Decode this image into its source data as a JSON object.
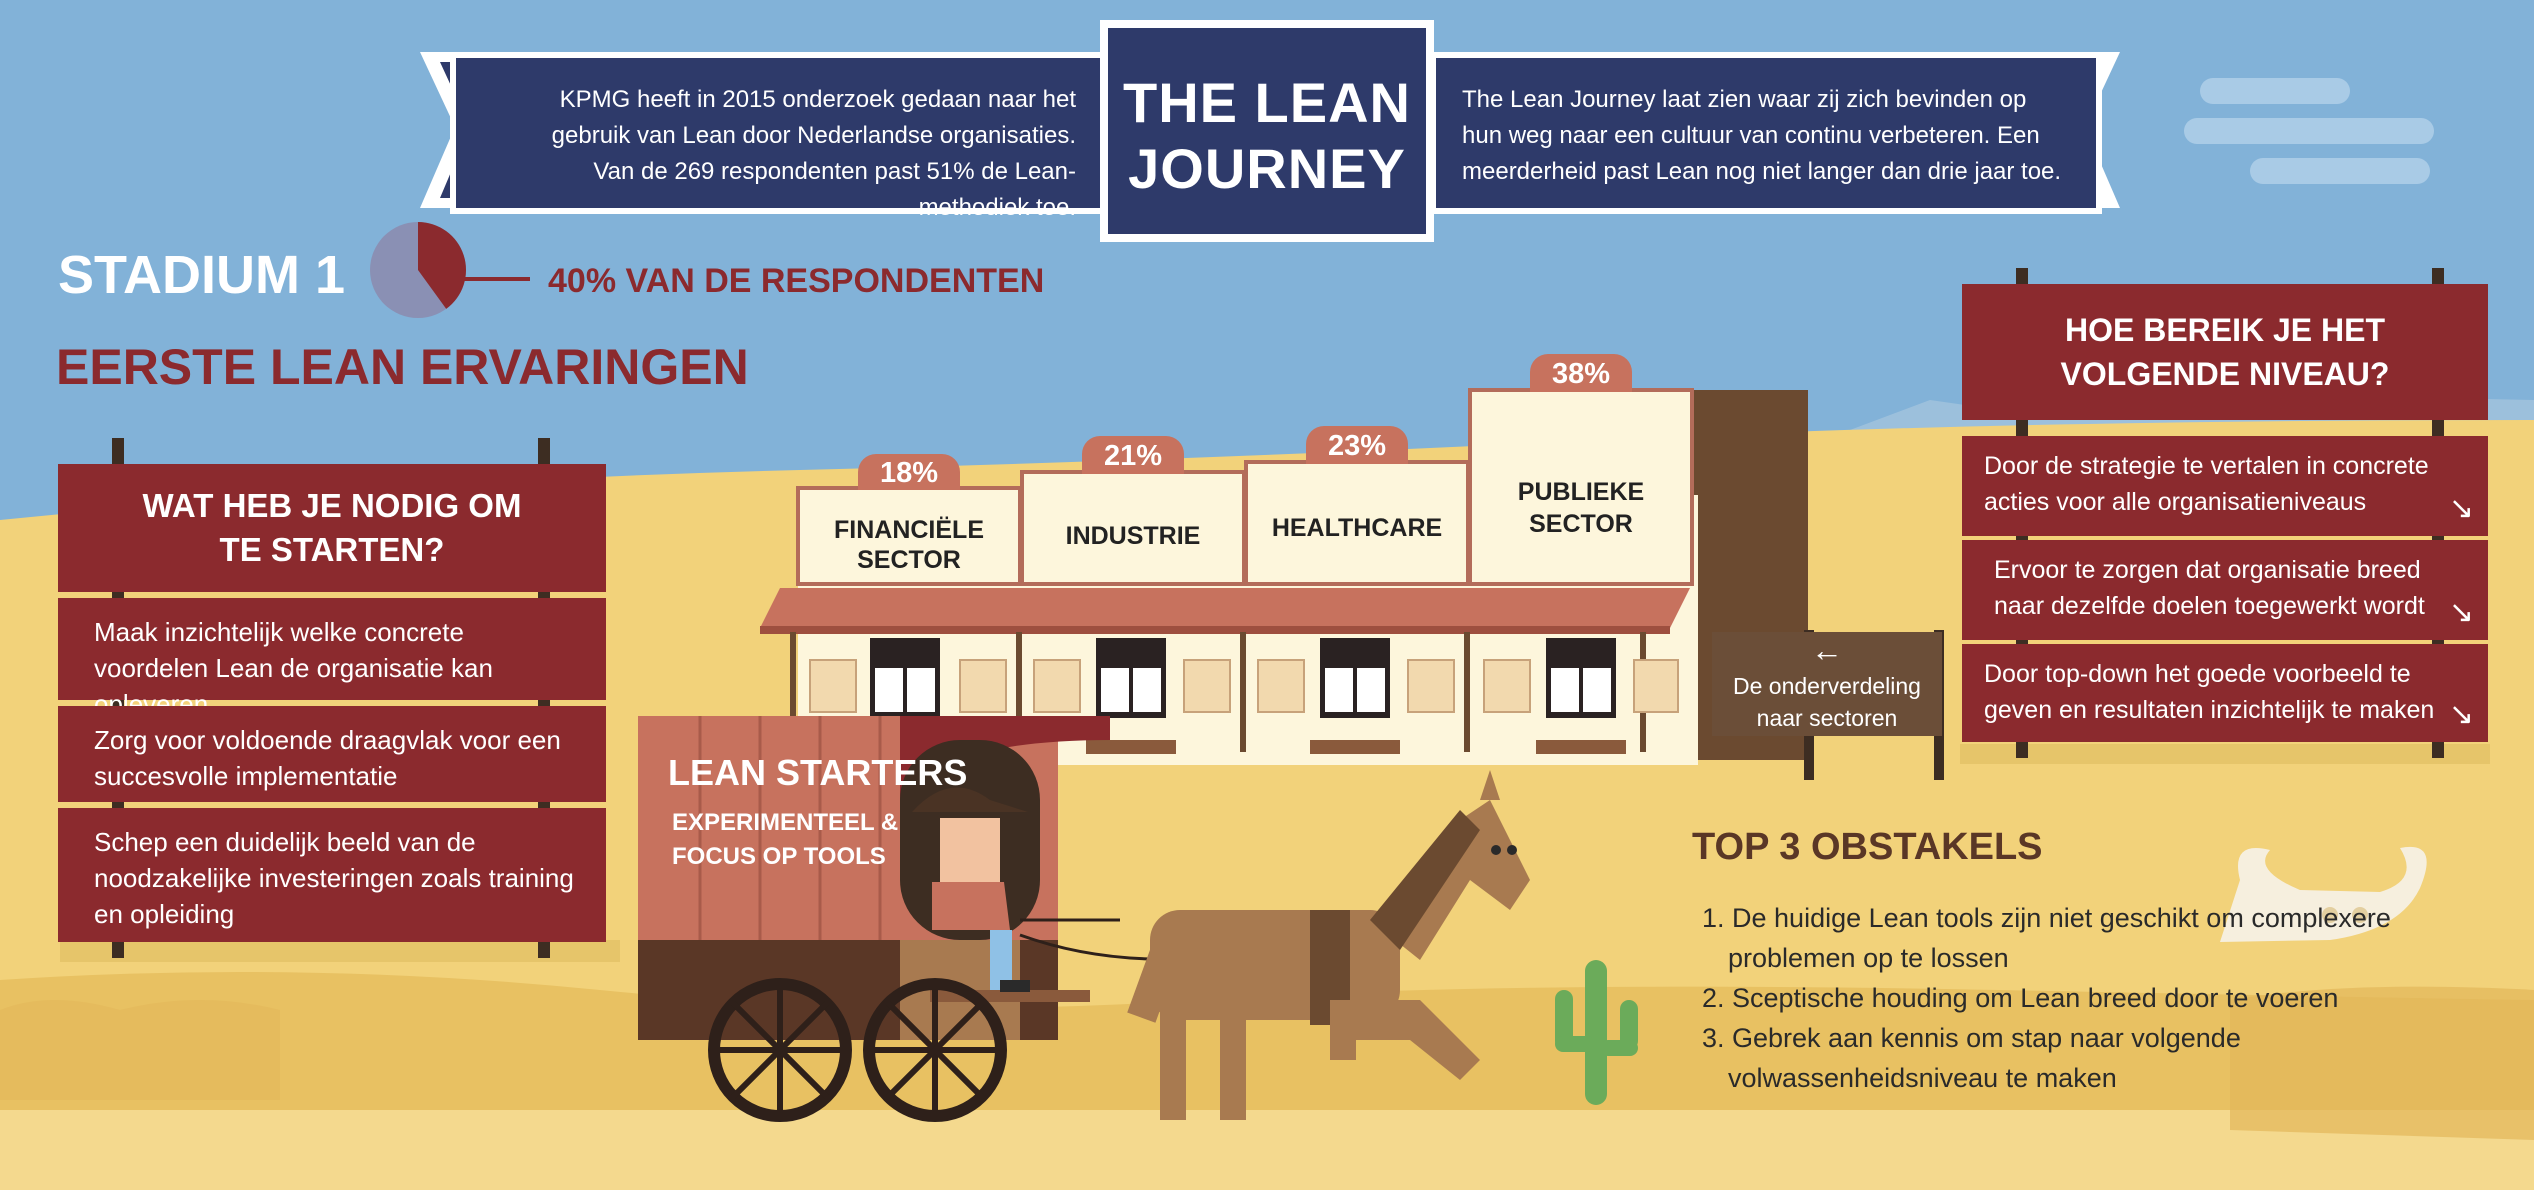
{
  "header": {
    "title_line1": "THE LEAN",
    "title_line2": "JOURNEY",
    "left_text": "KPMG heeft in 2015 onderzoek gedaan naar het gebruik van Lean door Nederlandse organisaties. Van de 269 respondenten past 51% de Lean-methodiek toe.",
    "right_text": "The Lean Journey laat zien waar zij zich bevinden op hun weg naar een cultuur van continu verbeteren. Een meerderheid past Lean nog niet langer dan drie jaar toe."
  },
  "stadium": {
    "label": "STADIUM 1",
    "respondents": "40% VAN DE RESPONDENTEN",
    "respondents_fraction": 0.4,
    "subtitle": "EERSTE LEAN ERVARINGEN"
  },
  "left_board": {
    "title_line1": "WAT HEB JE NODIG OM",
    "title_line2": "TE STARTEN?",
    "items": [
      "Maak inzichtelijk welke concrete voordelen Lean de organisatie kan opleveren",
      "Zorg voor voldoende draagvlak voor een succesvolle implementatie",
      "Schep een duidelijk beeld van de noodzakelijke investeringen zoals training en opleiding"
    ]
  },
  "right_board": {
    "title_line1": "HOE BEREIK JE HET",
    "title_line2": "VOLGENDE NIVEAU?",
    "items": [
      "Door de strategie te vertalen in concrete acties voor alle organisatieniveaus",
      "Ervoor te zorgen dat organisatie breed naar dezelfde doelen toegewerkt wordt",
      "Door top-down het goede voorbeeld te geven en resultaten inzichtelijk te maken"
    ],
    "arrow_glyph": "↘"
  },
  "sectors": [
    {
      "name_line1": "FINANCIËLE",
      "name_line2": "SECTOR",
      "pct": "18%"
    },
    {
      "name_line1": "INDUSTRIE",
      "name_line2": "",
      "pct": "21%"
    },
    {
      "name_line1": "HEALTHCARE",
      "name_line2": "",
      "pct": "23%"
    },
    {
      "name_line1": "PUBLIEKE",
      "name_line2": "SECTOR",
      "pct": "38%"
    }
  ],
  "sign": {
    "arrow": "←",
    "line1": "De onderverdeling",
    "line2": "naar sectoren"
  },
  "wagon": {
    "title": "LEAN STARTERS",
    "sub_line1": "EXPERIMENTEEL &",
    "sub_line2": "FOCUS OP TOOLS"
  },
  "obstacles": {
    "title": "TOP 3 OBSTAKELS",
    "items": [
      "1. De huidige Lean tools zijn niet geschikt om complexere problemen op te lossen",
      "2. Sceptische houding om Lean breed door te voeren",
      "3. Gebrek aan kennis om stap naar volgende volwassenheidsniveau te maken"
    ]
  },
  "colors": {
    "sky": "#82b2d8",
    "sand": "#f2d27a",
    "navy": "#2e3a6a",
    "burgundy": "#8b2a2e",
    "cream": "#fdf6dc",
    "salmon": "#c7725e"
  }
}
